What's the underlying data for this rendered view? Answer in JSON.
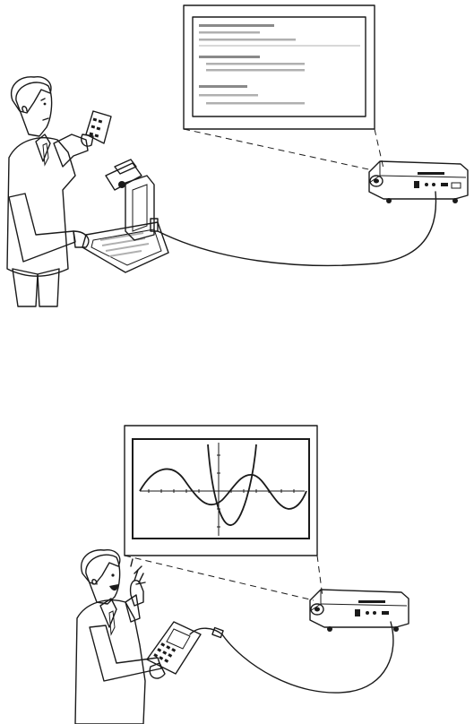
{
  "colors": {
    "ink": "#1a1a1a",
    "paper": "#ffffff",
    "suit": "#a9a9a9",
    "text_bar_dark": "#8a8a8a",
    "text_bar_light": "#b0b0b0",
    "projector_body": "#f4f4f4"
  },
  "panels": [
    {
      "name": "document-camera-setup",
      "devices": [
        "document-camera",
        "projector",
        "remote-control"
      ],
      "projected_content": "text-document"
    },
    {
      "name": "graphing-calculator-setup",
      "devices": [
        "graphing-calculator",
        "projector"
      ],
      "projected_content": "function-graph"
    }
  ]
}
